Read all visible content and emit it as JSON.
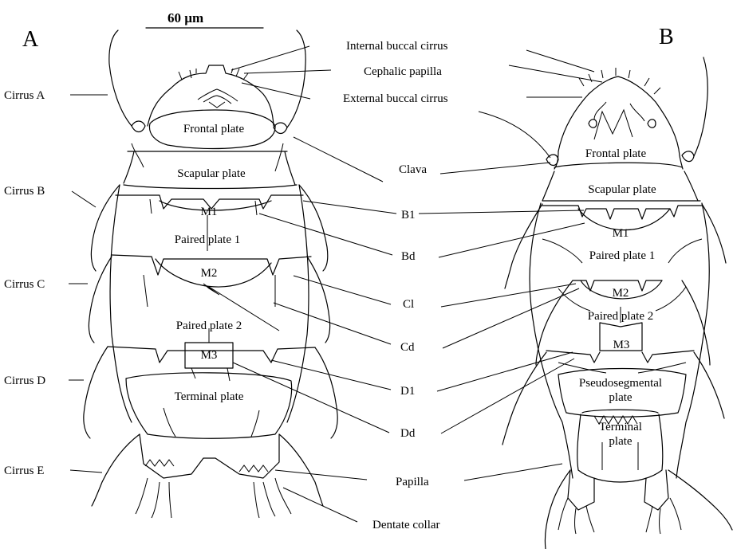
{
  "scale_bar": {
    "label": "60 µm"
  },
  "panels": {
    "a": "A",
    "b": "B"
  },
  "left_labels": {
    "cirrus_a": "Cirrus A",
    "cirrus_b": "Cirrus B",
    "cirrus_c": "Cirrus C",
    "cirrus_d": "Cirrus D",
    "cirrus_e": "Cirrus E"
  },
  "center_labels": {
    "internal_buccal_cirrus": "Internal buccal cirrus",
    "cephalic_papilla": "Cephalic papilla",
    "external_buccal_cirrus": "External buccal cirrus",
    "clava": "Clava",
    "b1": "B1",
    "bd": "Bd",
    "cl": "Cl",
    "cd": "Cd",
    "d1": "D1",
    "dd": "Dd",
    "papilla": "Papilla",
    "dentate_collar": "Dentate collar"
  },
  "figure_a": {
    "frontal_plate": "Frontal plate",
    "scapular_plate": "Scapular plate",
    "m1": "M1",
    "paired_plate_1": "Paired plate 1",
    "m2": "M2",
    "paired_plate_2": "Paired plate 2",
    "m3": "M3",
    "terminal_plate": "Terminal plate"
  },
  "figure_b": {
    "frontal_plate": "Frontal plate",
    "scapular_plate": "Scapular plate",
    "m1": "M1",
    "paired_plate_1": "Paired plate 1",
    "m2": "M2",
    "paired_plate_2": "Paired plate 2",
    "m3": "M3",
    "pseudosegmental_1": "Pseudosegmental",
    "pseudosegmental_2": "plate",
    "terminal_1": "Terminal",
    "terminal_2": "plate"
  }
}
